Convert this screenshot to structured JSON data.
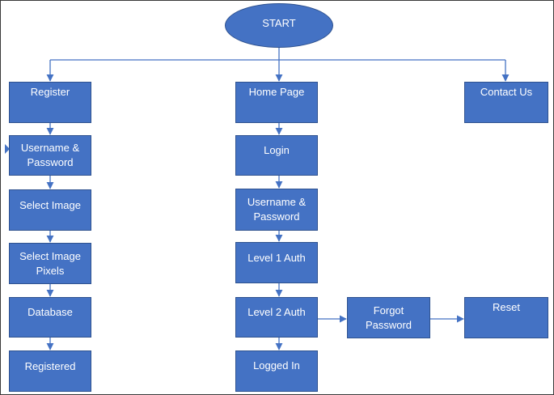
{
  "start": "START",
  "nodes": {
    "register": "Register",
    "username_password_left": "Username &\nPassword",
    "select_image": "Select Image",
    "select_image_pixels": "Select Image\nPixels",
    "database": "Database",
    "registered": "Registered",
    "home_page": "Home Page",
    "login": "Login",
    "username_password_mid": "Username &\nPassword",
    "level1_auth": "Level 1 Auth",
    "level2_auth": "Level 2 Auth",
    "logged_in": "Logged In",
    "forgot_password": "Forgot\nPassword",
    "reset": "Reset",
    "contact_us": "Contact Us"
  },
  "colors": {
    "node_fill": "#4472c4",
    "node_border": "#2f528f",
    "connector": "#4472c4",
    "text": "#ffffff"
  }
}
